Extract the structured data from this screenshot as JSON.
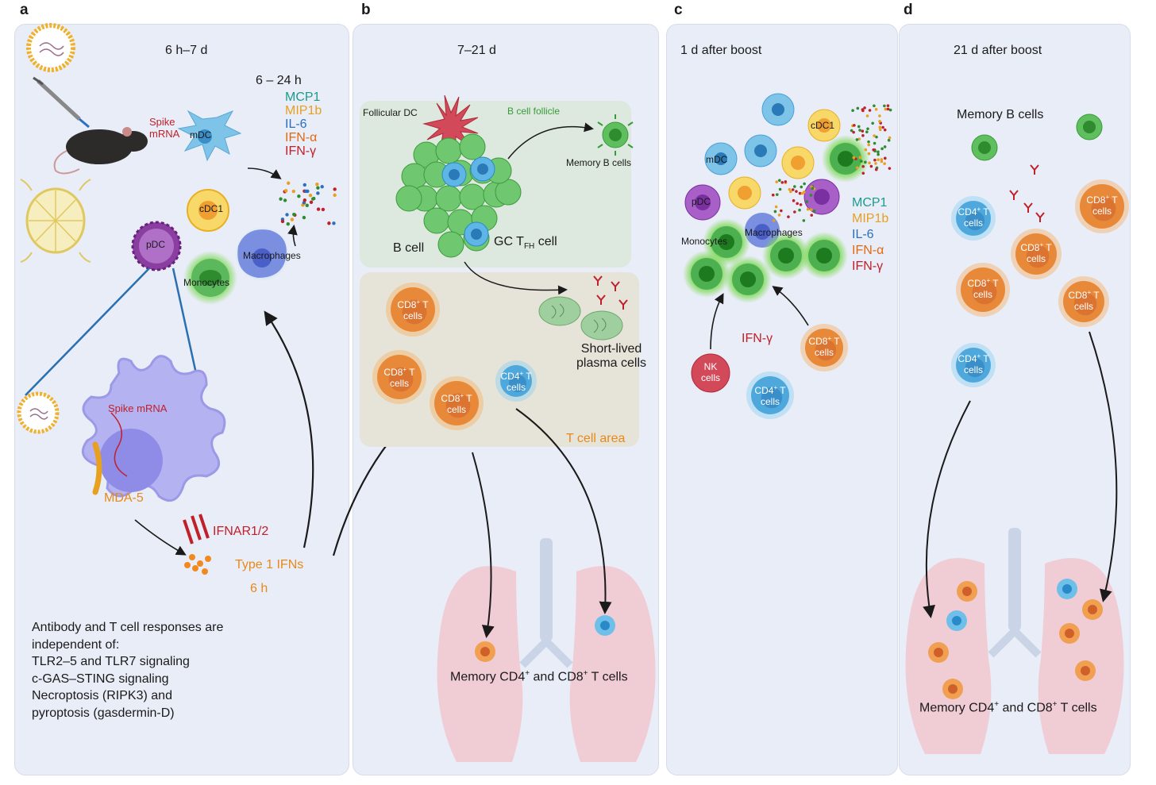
{
  "letters": {
    "a": "a",
    "b": "b",
    "c": "c",
    "d": "d"
  },
  "a": {
    "time": "6 h–7 d",
    "t624": "6 – 24 h",
    "cytokines": {
      "mcp1": "MCP1",
      "mip1b": "MIP1b",
      "il6": "IL-6",
      "ifna": "IFN-α",
      "ifng": "IFN-γ"
    },
    "spike": "Spike\nmRNA",
    "mdc": "mDC",
    "cdc1": "cDC1",
    "pdc": "pDC",
    "macrophages": "Macrophages",
    "monocytes": "Monocytes",
    "spike_mrna": "Spike mRNA",
    "mda5": "MDA-5",
    "ifnar": "IFNAR1/2",
    "type1": "Type 1 IFNs",
    "t6h": "6 h",
    "note": [
      "Antibody and T cell responses are",
      "independent of:",
      "TLR2–5 and TLR7 signaling",
      "c-GAS–STING signaling",
      "Necroptosis (RIPK3) and",
      "pyroptosis (gasdermin-D)"
    ]
  },
  "b": {
    "time": "7–21 d",
    "follicular": "Follicular DC",
    "follicle": "B cell follicle",
    "memory_b": "Memory B cells",
    "bcell": "B cell",
    "gctfh": "GC T",
    "gctfh_sub": "FH",
    "gctfh_tail": " cell",
    "short": "Short-lived\nplasma cells",
    "tarea": "T cell area",
    "cd8": "CD8",
    "cd4": "CD4",
    "tcells": " T",
    "cells": "cells",
    "memory": "Memory CD4",
    "memory_mid": " and CD8",
    "memory_tail": " T cells",
    "plus": "+"
  },
  "c": {
    "time": "1 d after boost",
    "mdc": "mDC",
    "cdc1": "cDC1",
    "pdc": "pDC",
    "monocytes": "Monocytes",
    "macrophages": "Macrophages",
    "cytokines": {
      "mcp1": "MCP1",
      "mip1b": "MIP1b",
      "il6": "IL-6",
      "ifna": "IFN-α",
      "ifng": "IFN-γ"
    },
    "ifng": "IFN-γ",
    "nk": "NK\ncells"
  },
  "d": {
    "time": "21 d after boost",
    "memory_b": "Memory B cells",
    "memory": "Memory CD4",
    "memory_mid": " and CD8",
    "memory_tail": " T cells"
  },
  "colors": {
    "panel": "#e9edf7",
    "cd8": "#e8893a",
    "cd4": "#4ea8dc",
    "bcell": "#5fbf5f",
    "mcp1": "#1a9c8c",
    "mip1b": "#e8a020",
    "il6": "#2a6fc0",
    "ifna": "#e06a10",
    "ifng": "#c0202a"
  }
}
